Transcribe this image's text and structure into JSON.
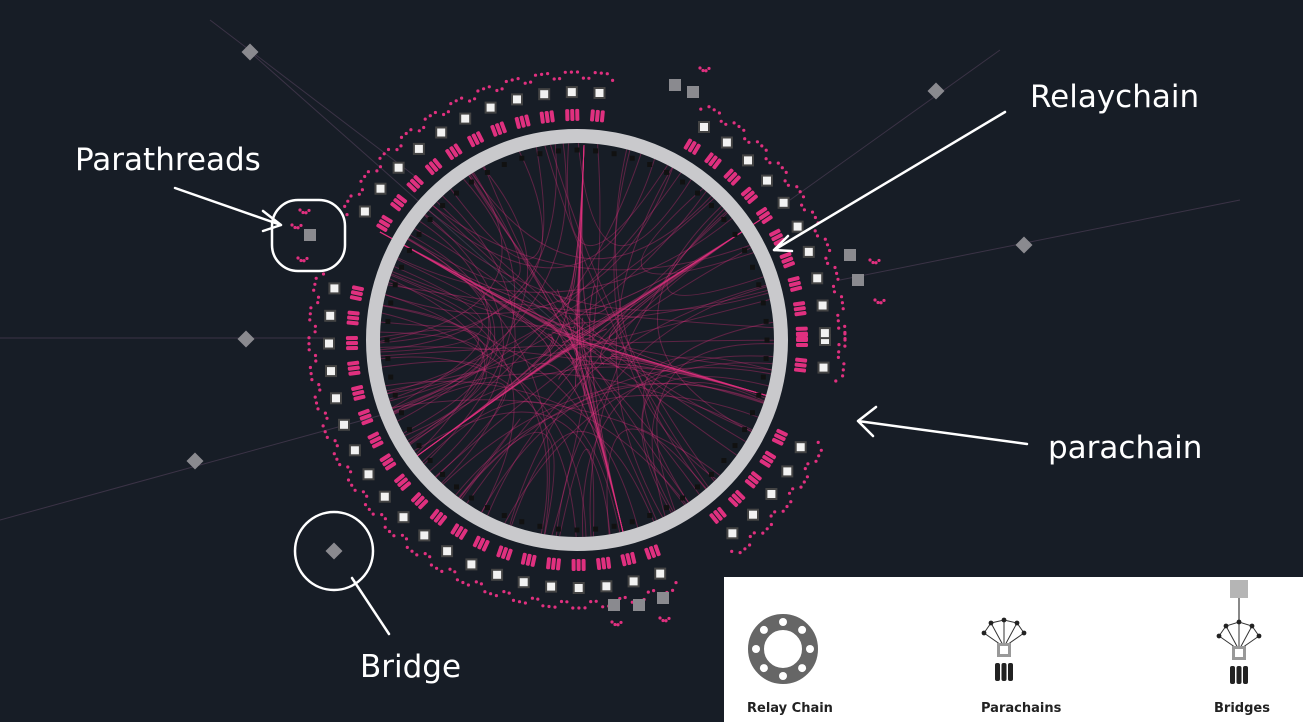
{
  "callouts": {
    "relaychain": "Relaychain",
    "parathreads": "Parathreads",
    "parachain": "parachain",
    "bridge": "Bridge"
  },
  "legend": {
    "relay_chain": "Relay Chain",
    "parachains": "Parachains",
    "bridges": "Bridges"
  },
  "colors": {
    "background": "#171d26",
    "relay_ring": "#c9c9cc",
    "accent_magenta": "#e0307f",
    "bridge_gray": "#8a8a8f",
    "annotation_white": "#ffffff",
    "legend_background": "#ffffff",
    "legend_icon": "#666666"
  }
}
